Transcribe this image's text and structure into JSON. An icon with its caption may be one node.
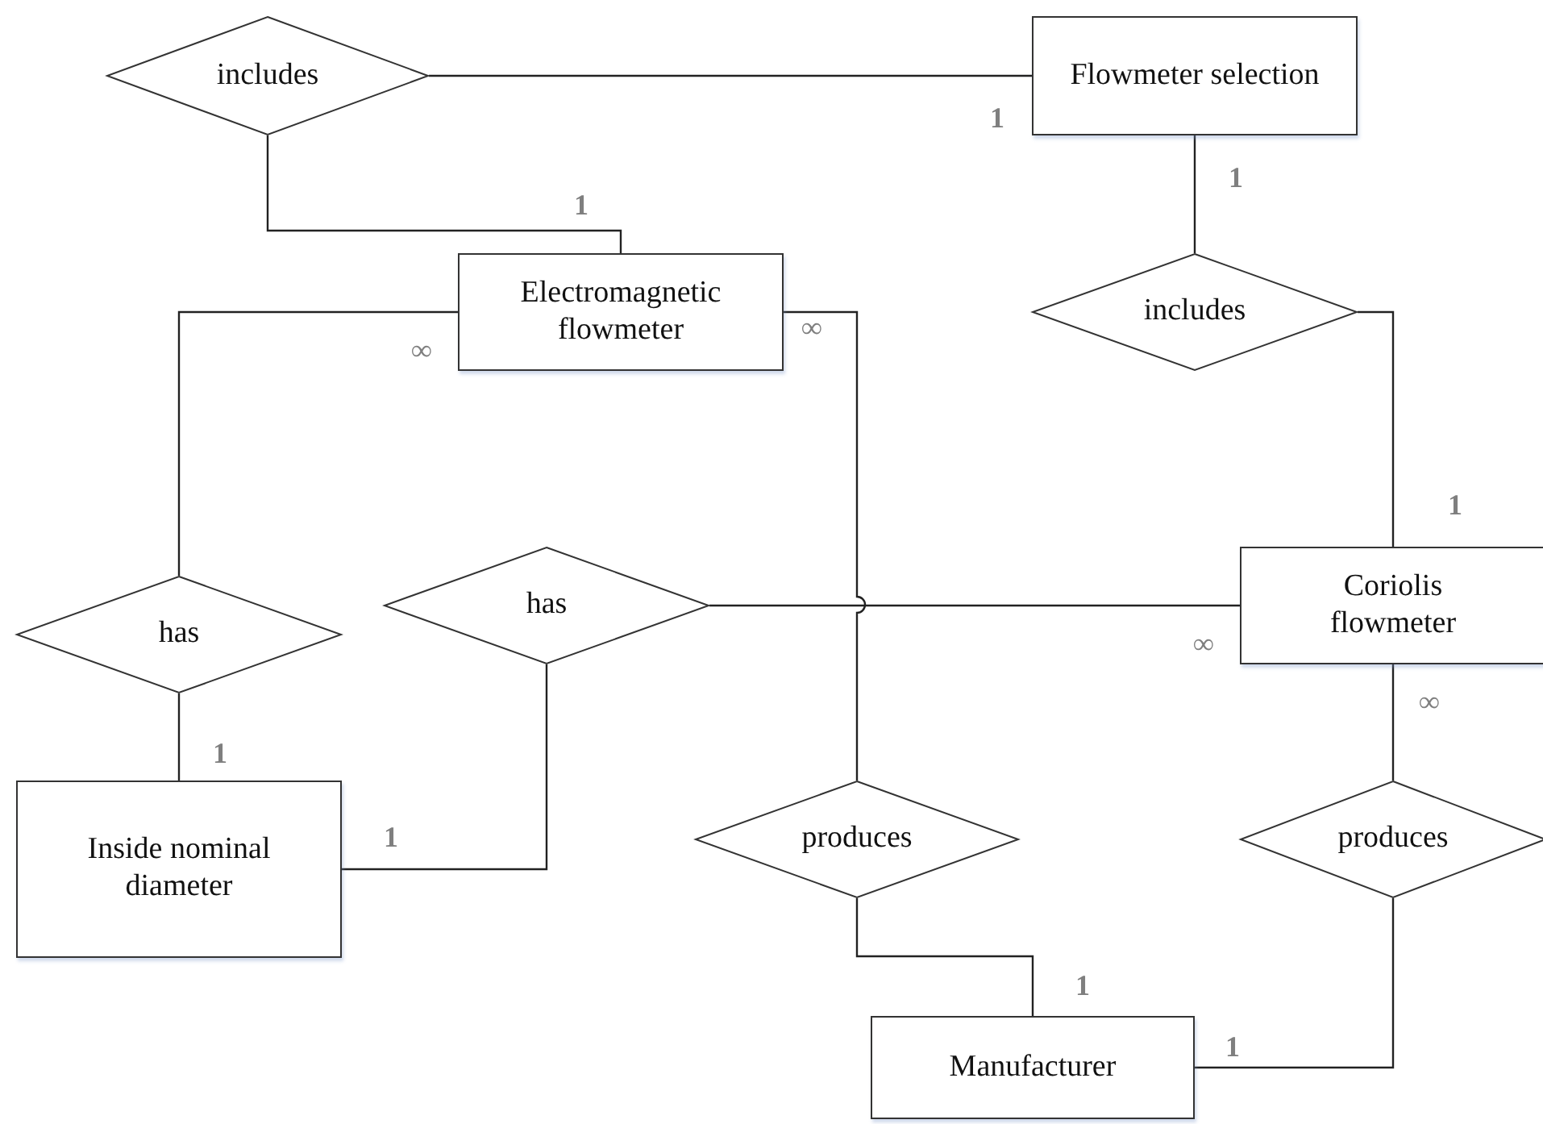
{
  "diagram": {
    "nodes": [
      {
        "text": [
          "includes"
        ]
      },
      {
        "text": [
          "Flowmeter selection"
        ]
      },
      {
        "text": [
          "Electromagnetic flowmeter"
        ]
      },
      {
        "text": [
          "includes"
        ]
      },
      {
        "text": [
          "has"
        ]
      },
      {
        "text": [
          "has"
        ]
      },
      {
        "text": [
          "Coriolis flowmeter"
        ]
      },
      {
        "text": [
          "Inside nominal diameter"
        ]
      },
      {
        "text": [
          "produces"
        ]
      },
      {
        "text": [
          "produces"
        ]
      },
      {
        "text": [
          "Manufacturer"
        ]
      }
    ],
    "edges": [
      {
        "from": 0,
        "to": 1,
        "arrow": "none"
      },
      {
        "from": 0,
        "to": 2,
        "arrow": "none"
      },
      {
        "from": 1,
        "to": 3,
        "arrow": "none"
      },
      {
        "from": 3,
        "to": 6,
        "arrow": "none"
      },
      {
        "from": 2,
        "to": 4,
        "arrow": "none"
      },
      {
        "from": 2,
        "to": 8,
        "arrow": "none"
      },
      {
        "from": 5,
        "to": 6,
        "arrow": "none"
      },
      {
        "from": 4,
        "to": 7,
        "arrow": "none"
      },
      {
        "from": 5,
        "to": 7,
        "arrow": "none"
      },
      {
        "from": 8,
        "to": 10,
        "arrow": "none"
      },
      {
        "from": 6,
        "to": 9,
        "arrow": "none"
      },
      {
        "from": 9,
        "to": 10,
        "arrow": "none"
      }
    ],
    "labels": [
      "1",
      "1",
      "1",
      "∞",
      "∞",
      "1",
      "∞",
      "∞",
      "1",
      "1",
      "1",
      "1"
    ]
  }
}
